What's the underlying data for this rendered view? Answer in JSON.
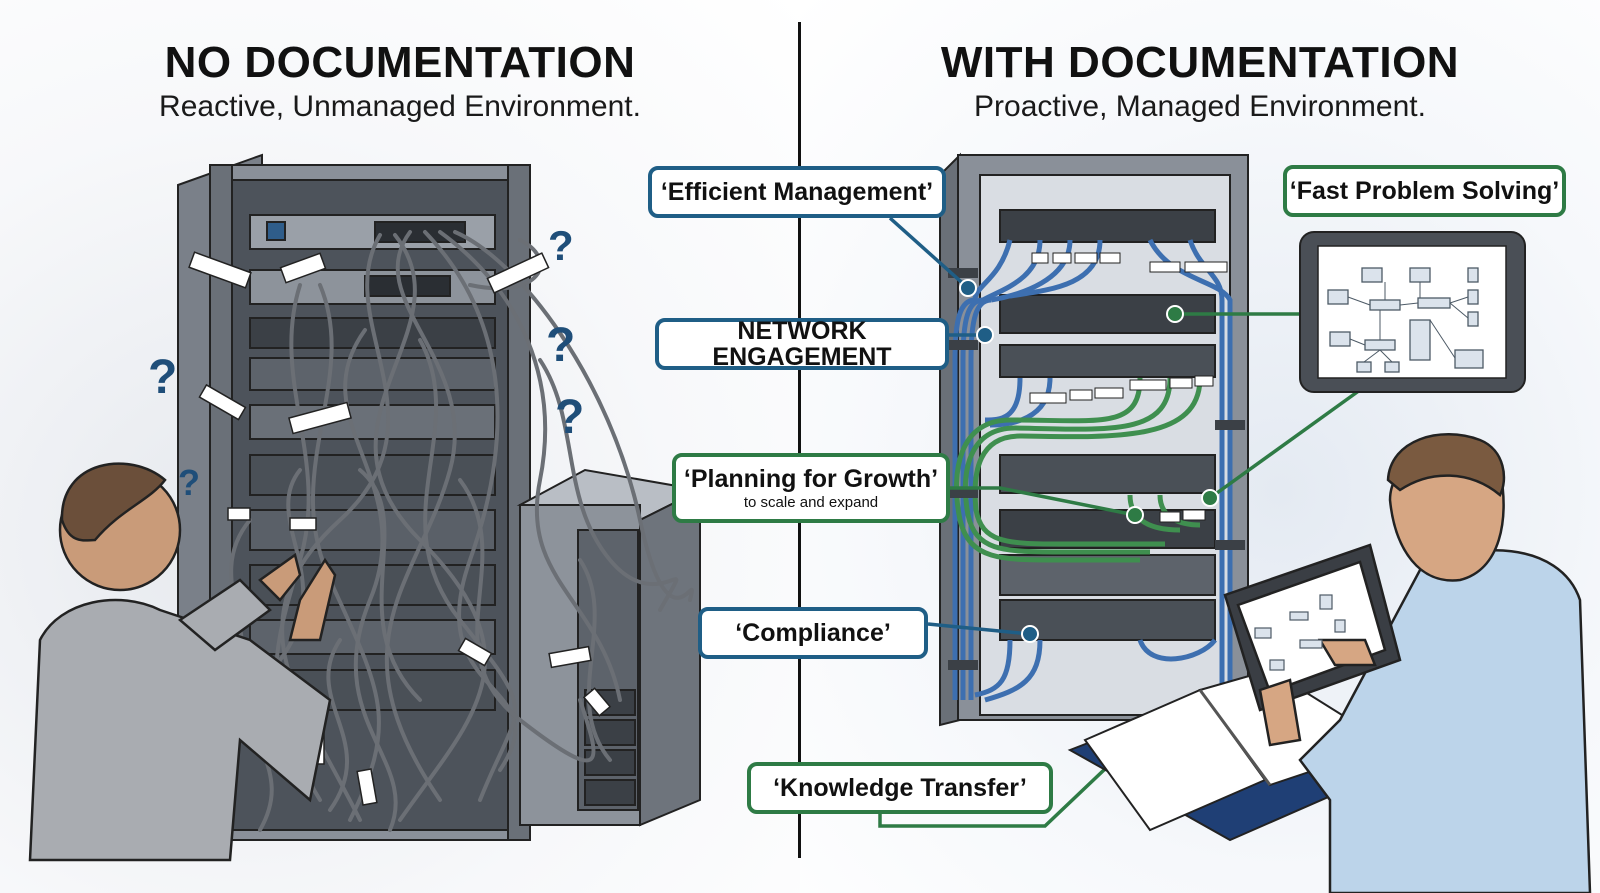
{
  "left_panel": {
    "title": "NO DOCUMENTATION",
    "subtitle": "Reactive, Unmanaged Environment.",
    "question_marks": [
      "?",
      "?",
      "?",
      "?",
      "?"
    ]
  },
  "right_panel": {
    "title": "WITH DOCUMENTATION",
    "subtitle": "Proactive, Managed Environment.",
    "callouts": [
      {
        "label": "‘Efficient Management’",
        "color": "#1f5e86"
      },
      {
        "label": "NETWORK ENGAGEMENT",
        "color": "#1f5e86"
      },
      {
        "label": "‘Planning for Growth’",
        "sublabel": "to scale and expand",
        "color": "#2e7b45"
      },
      {
        "label": "‘Compliance’",
        "color": "#1f5e86"
      },
      {
        "label": "‘Knowledge Transfer’",
        "color": "#2e7b45"
      },
      {
        "label": "‘Fast Problem Solving’",
        "color": "#2e7b45"
      }
    ]
  },
  "colors": {
    "blue_accent": "#1f5e86",
    "green_accent": "#2e7b45",
    "blue_cable": "#3d6fb0",
    "green_cable": "#3f8f4f",
    "gray_cable": "#6b6f75",
    "rack": "#5b6068",
    "question_mark": "#1f4e79"
  }
}
